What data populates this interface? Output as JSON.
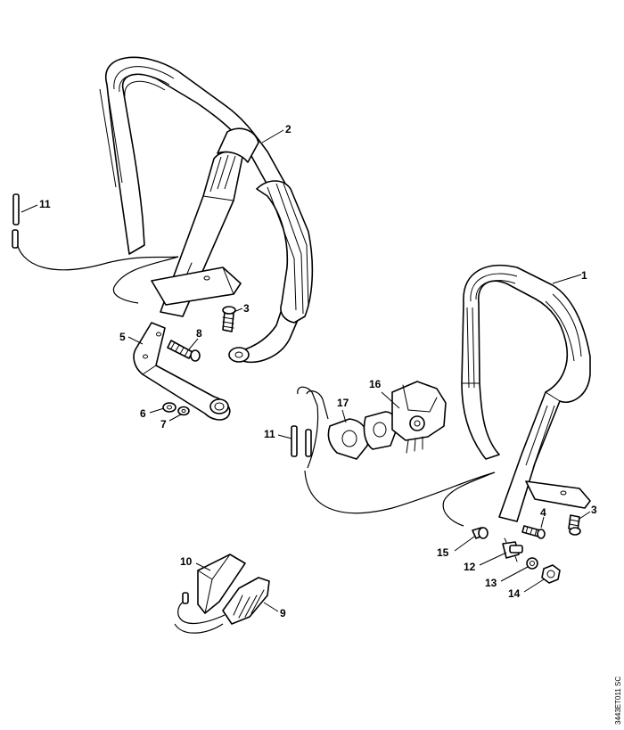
{
  "document_id": "3443ET011 SC",
  "callouts": [
    {
      "label": "1"
    },
    {
      "label": "2"
    },
    {
      "label": "3"
    },
    {
      "label": "3"
    },
    {
      "label": "4"
    },
    {
      "label": "5"
    },
    {
      "label": "6"
    },
    {
      "label": "7"
    },
    {
      "label": "8"
    },
    {
      "label": "9"
    },
    {
      "label": "10"
    },
    {
      "label": "11"
    },
    {
      "label": "11"
    },
    {
      "label": "12"
    },
    {
      "label": "13"
    },
    {
      "label": "14"
    },
    {
      "label": "15"
    },
    {
      "label": "16"
    },
    {
      "label": "17"
    }
  ]
}
